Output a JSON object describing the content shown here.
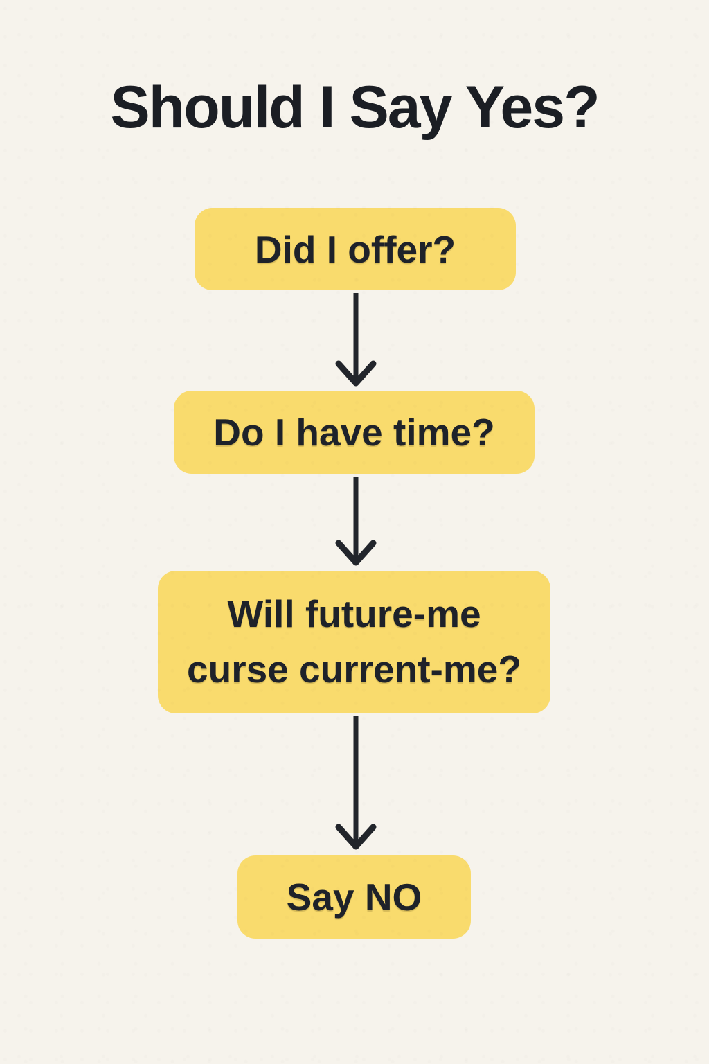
{
  "page": {
    "background_color": "#f6f3ec",
    "node_color": "#f9db6d",
    "text_color": "#1e222a",
    "title": "Should I Say Yes?"
  },
  "flowchart": {
    "nodes": [
      {
        "id": "offer",
        "label": "Did I offer?"
      },
      {
        "id": "time",
        "label": "Do I have time?"
      },
      {
        "id": "future",
        "label": "Will future-me curse current-me?"
      },
      {
        "id": "outcome",
        "label": "Say NO"
      }
    ],
    "edges": [
      {
        "from": "offer",
        "to": "time"
      },
      {
        "from": "time",
        "to": "future"
      },
      {
        "from": "future",
        "to": "outcome"
      }
    ]
  }
}
